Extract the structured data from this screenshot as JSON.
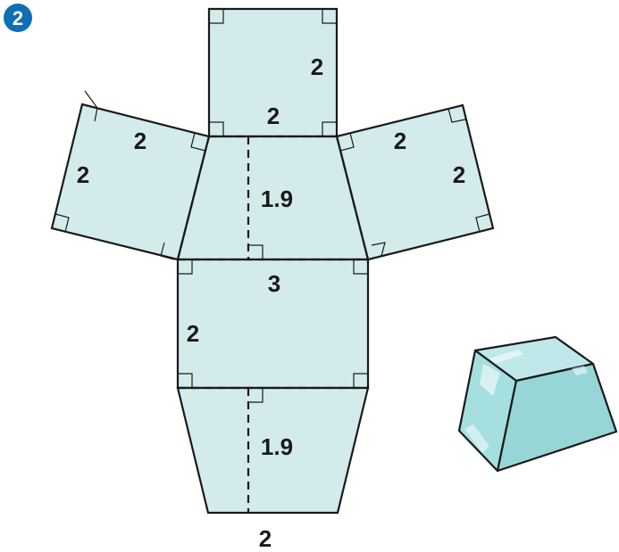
{
  "badge": {
    "number": "2",
    "color": "#0e6fb4"
  },
  "colors": {
    "net_fill": "#d4ebeb",
    "solid_front": "#96d6d6",
    "solid_top": "#bfe8ea",
    "solid_side": "#a6dfe0"
  },
  "labels": {
    "top_square_side": "2",
    "top_square_bottom": "2",
    "left_square_top": "2",
    "left_square_left": "2",
    "right_square_top": "2",
    "right_square_right": "2",
    "upper_trapezoid_height": "1.9",
    "base_width": "3",
    "base_height": "2",
    "lower_trapezoid_height": "1.9",
    "lower_trapezoid_bottom": "2"
  }
}
